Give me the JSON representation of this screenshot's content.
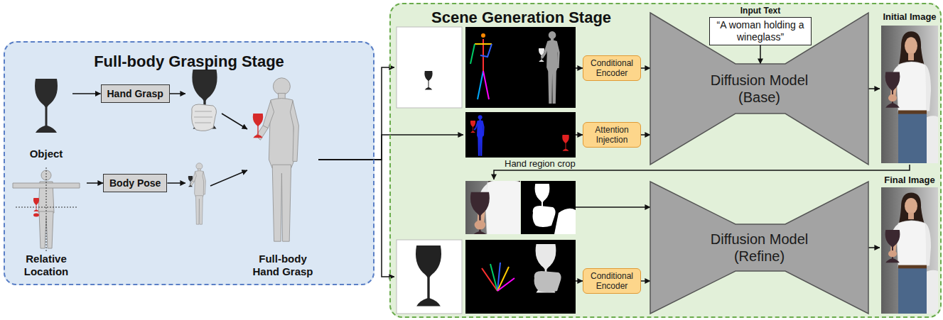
{
  "diagram": {
    "nodes": [
      {
        "text": [
          "Full-body Grasping Stage"
        ]
      },
      {
        "text": [
          "Object"
        ],
        "in": 0
      },
      {
        "text": [
          "Hand Grasp"
        ],
        "in": 0
      },
      {
        "text": [
          "Relative Location"
        ],
        "in": 0
      },
      {
        "text": [
          "Body Pose"
        ],
        "in": 0
      },
      {
        "text": [
          "Full-body Hand Grasp"
        ],
        "in": 0
      },
      {
        "text": [
          "Scene Generation Stage"
        ]
      },
      {
        "text": [
          "Input Text",
          "“A woman holding a wineglass”"
        ],
        "in": 6
      },
      {
        "text": [
          "Conditional Encoder"
        ],
        "in": 6
      },
      {
        "text": [
          "Attention Injection"
        ],
        "in": 6
      },
      {
        "text": [
          "Diffusion Model (Base)"
        ],
        "in": 6
      },
      {
        "text": [
          "Initial Image"
        ],
        "in": 6
      },
      {
        "text": [
          "Conditional Encoder"
        ],
        "in": 6
      },
      {
        "text": [
          "Diffusion Model (Refine)"
        ],
        "in": 6
      },
      {
        "text": [
          "Final Image"
        ],
        "in": 6
      }
    ],
    "edges": [
      {
        "from": 1,
        "to": 2,
        "arrow": "to"
      },
      {
        "from": 3,
        "to": 4,
        "arrow": "to"
      },
      {
        "from": 2,
        "to": 5,
        "arrow": "to"
      },
      {
        "from": 4,
        "to": 5,
        "arrow": "to"
      },
      {
        "from": 5,
        "to": 8,
        "arrow": "to"
      },
      {
        "from": 5,
        "to": 9,
        "arrow": "to"
      },
      {
        "from": 5,
        "to": 12,
        "arrow": "to"
      },
      {
        "from": 7,
        "to": 10,
        "arrow": "to"
      },
      {
        "from": 8,
        "to": 10,
        "arrow": "to"
      },
      {
        "from": 9,
        "to": 10,
        "arrow": "to"
      },
      {
        "from": 10,
        "to": 11,
        "arrow": "to"
      },
      {
        "from": 11,
        "to": 13,
        "label": "Hand region crop",
        "arrow": "to"
      },
      {
        "from": 12,
        "to": 13,
        "arrow": "to"
      },
      {
        "from": 13,
        "to": 14,
        "arrow": "to"
      }
    ]
  }
}
